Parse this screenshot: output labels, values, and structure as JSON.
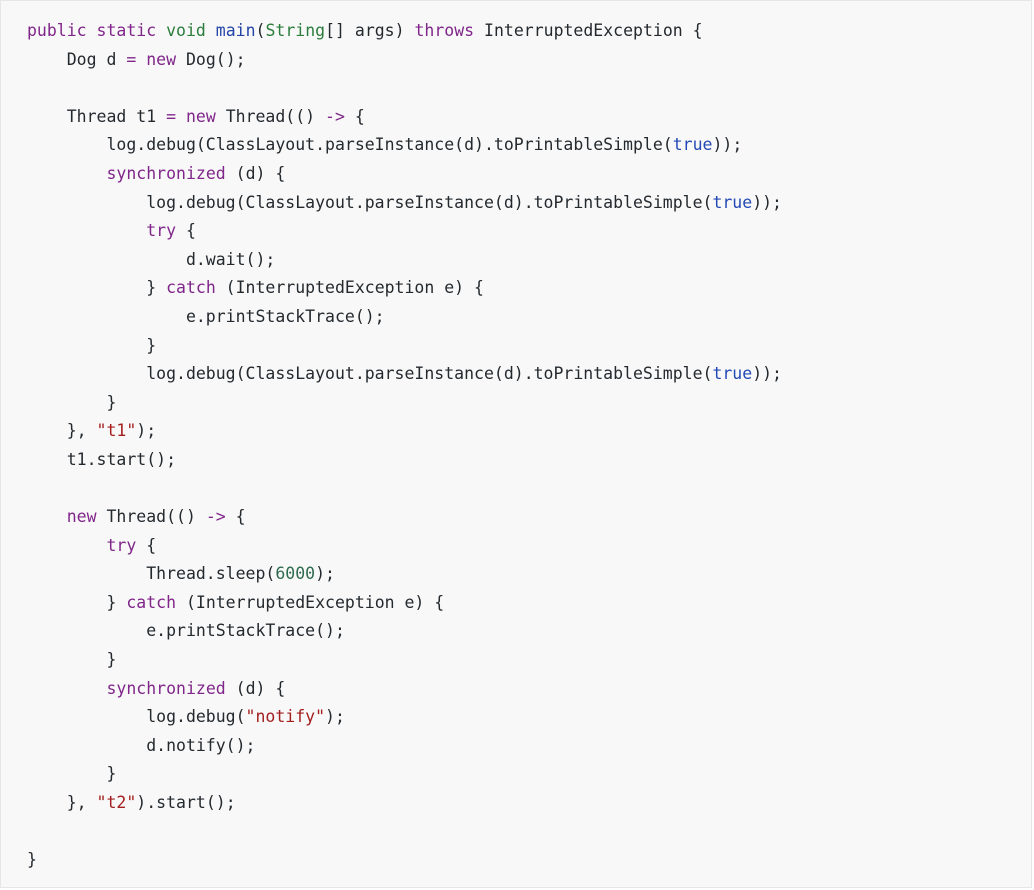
{
  "code_block": {
    "language": "java",
    "lines": [
      [
        [
          "kw",
          "public"
        ],
        [
          "p",
          " "
        ],
        [
          "kw",
          "static"
        ],
        [
          "p",
          " "
        ],
        [
          "type",
          "void"
        ],
        [
          "p",
          " "
        ],
        [
          "fn",
          "main"
        ],
        [
          "p",
          "("
        ],
        [
          "type",
          "String"
        ],
        [
          "p",
          "[] args) "
        ],
        [
          "kw",
          "throws"
        ],
        [
          "p",
          " InterruptedException {"
        ]
      ],
      [
        [
          "p",
          "    Dog d "
        ],
        [
          "kw",
          "="
        ],
        [
          "p",
          " "
        ],
        [
          "kw",
          "new"
        ],
        [
          "p",
          " Dog();"
        ]
      ],
      [],
      [
        [
          "p",
          "    Thread t1 "
        ],
        [
          "kw",
          "="
        ],
        [
          "p",
          " "
        ],
        [
          "kw",
          "new"
        ],
        [
          "p",
          " Thread(() "
        ],
        [
          "kw",
          "->"
        ],
        [
          "p",
          " {"
        ]
      ],
      [
        [
          "p",
          "        log.debug(ClassLayout.parseInstance(d).toPrintableSimple("
        ],
        [
          "lit",
          "true"
        ],
        [
          "p",
          "));"
        ]
      ],
      [
        [
          "p",
          "        "
        ],
        [
          "kw",
          "synchronized"
        ],
        [
          "p",
          " (d) {"
        ]
      ],
      [
        [
          "p",
          "            log.debug(ClassLayout.parseInstance(d).toPrintableSimple("
        ],
        [
          "lit",
          "true"
        ],
        [
          "p",
          "));"
        ]
      ],
      [
        [
          "p",
          "            "
        ],
        [
          "kw",
          "try"
        ],
        [
          "p",
          " {"
        ]
      ],
      [
        [
          "p",
          "                d.wait();"
        ]
      ],
      [
        [
          "p",
          "            } "
        ],
        [
          "kw",
          "catch"
        ],
        [
          "p",
          " (InterruptedException e) {"
        ]
      ],
      [
        [
          "p",
          "                e.printStackTrace();"
        ]
      ],
      [
        [
          "p",
          "            }"
        ]
      ],
      [
        [
          "p",
          "            log.debug(ClassLayout.parseInstance(d).toPrintableSimple("
        ],
        [
          "lit",
          "true"
        ],
        [
          "p",
          "));"
        ]
      ],
      [
        [
          "p",
          "        }"
        ]
      ],
      [
        [
          "p",
          "    }, "
        ],
        [
          "str",
          "\"t1\""
        ],
        [
          "p",
          ");"
        ]
      ],
      [
        [
          "p",
          "    t1.start();"
        ]
      ],
      [],
      [
        [
          "p",
          "    "
        ],
        [
          "kw",
          "new"
        ],
        [
          "p",
          " Thread(() "
        ],
        [
          "kw",
          "->"
        ],
        [
          "p",
          " {"
        ]
      ],
      [
        [
          "p",
          "        "
        ],
        [
          "kw",
          "try"
        ],
        [
          "p",
          " {"
        ]
      ],
      [
        [
          "p",
          "            Thread.sleep("
        ],
        [
          "num",
          "6000"
        ],
        [
          "p",
          ");"
        ]
      ],
      [
        [
          "p",
          "        } "
        ],
        [
          "kw",
          "catch"
        ],
        [
          "p",
          " (InterruptedException e) {"
        ]
      ],
      [
        [
          "p",
          "            e.printStackTrace();"
        ]
      ],
      [
        [
          "p",
          "        }"
        ]
      ],
      [
        [
          "p",
          "        "
        ],
        [
          "kw",
          "synchronized"
        ],
        [
          "p",
          " (d) {"
        ]
      ],
      [
        [
          "p",
          "            log.debug("
        ],
        [
          "str",
          "\"notify\""
        ],
        [
          "p",
          ");"
        ]
      ],
      [
        [
          "p",
          "            d.notify();"
        ]
      ],
      [
        [
          "p",
          "        }"
        ]
      ],
      [
        [
          "p",
          "    }, "
        ],
        [
          "str",
          "\"t2\""
        ],
        [
          "p",
          ").start();"
        ]
      ],
      [],
      [
        [
          "p",
          "}"
        ]
      ]
    ]
  },
  "colors": {
    "background": "#f8f8f8",
    "keyword": "#80268a",
    "type": "#2a7d3c",
    "function": "#2445a8",
    "string": "#a31f1f",
    "number": "#2f6b4f",
    "literal": "#2349b5",
    "plain": "#24292e"
  }
}
